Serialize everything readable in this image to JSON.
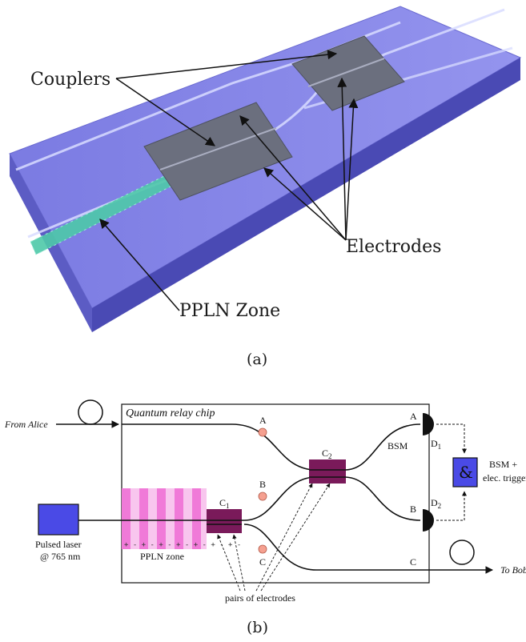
{
  "panel_a": {
    "caption": "(a)",
    "labels": {
      "couplers": "Couplers",
      "electrodes": "Electrodes",
      "ppln_zone": "PPLN Zone"
    }
  },
  "panel_b": {
    "caption": "(b)",
    "chip_title": "Quantum relay chip",
    "from_alice": "From Alice",
    "to_bob": "To Bob",
    "pulsed_laser_line1": "Pulsed laser",
    "pulsed_laser_line2": "@ 765 nm",
    "ppln_zone": "PPLN zone",
    "pairs_of_electrodes": "pairs of electrodes",
    "bsm": "BSM",
    "bsm_box_symbol": "&",
    "bsm_trigger_line1": "BSM +",
    "bsm_trigger_line2": "elec. trigger",
    "port_labels": {
      "a_inner": "A",
      "b_inner": "B",
      "c_inner": "C",
      "a_outer": "A",
      "b_outer": "B",
      "c_outer": "C"
    },
    "c1_base": "C",
    "c1_sub": "1",
    "c2_base": "C",
    "c2_sub": "2",
    "d1_base": "D",
    "d1_sub": "1",
    "d2_base": "D",
    "d2_sub": "2",
    "pm_signs": "+ - + - + - + - + - + - + -"
  },
  "colors": {
    "chip_blue": "#7f7fe0",
    "electrode_gray": "#6b6f7e",
    "ppln_green": "#55d0b0",
    "laser_blue": "#4a4ae6",
    "ppln_pink": "#f07ad8",
    "ppln_pink_light": "#f8c6ee",
    "coupler_purple": "#7a1a5a",
    "marker_salmon": "#f5a090"
  }
}
